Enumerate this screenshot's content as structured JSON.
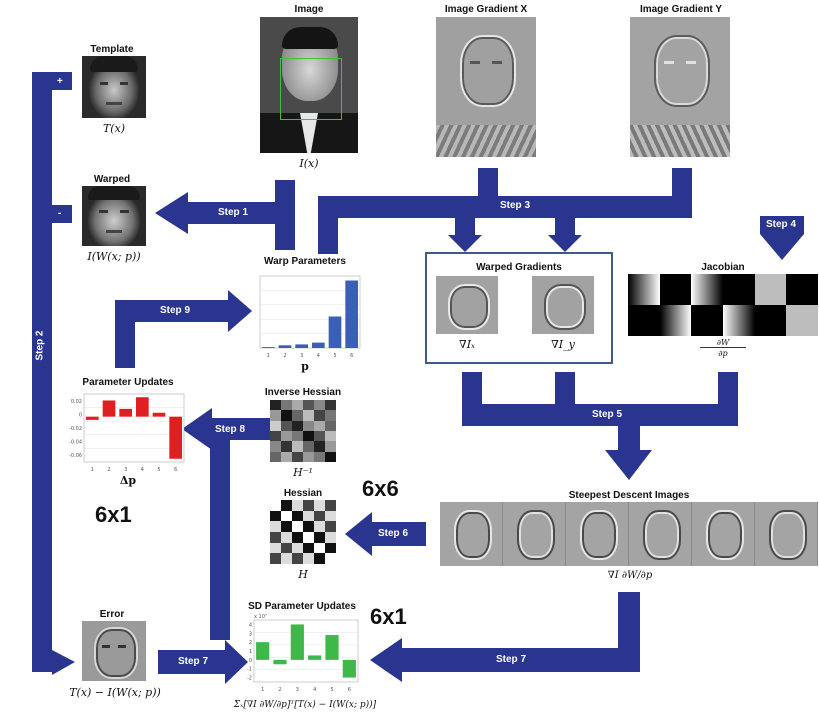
{
  "colors": {
    "arrow": "#2a3590",
    "param_bar": "#3b5fb6",
    "update_bar": "#e02020",
    "sd_bar": "#3fb84a",
    "highlight_box": "#3d5a8a"
  },
  "panels": {
    "template": {
      "title": "Template",
      "math": "T(x)"
    },
    "image": {
      "title": "Image",
      "math": "I(x)"
    },
    "grad_x": {
      "title": "Image Gradient X"
    },
    "grad_y": {
      "title": "Image Gradient Y"
    },
    "warped": {
      "title": "Warped",
      "math": "I(W(x; p))"
    },
    "warp_params": {
      "title": "Warp Parameters",
      "math": "p"
    },
    "warped_gradients": {
      "title": "Warped Gradients",
      "math_x": "∇Iₓ",
      "math_y": "∇I_y"
    },
    "jacobian": {
      "title": "Jacobian",
      "math_num": "∂W",
      "math_den": "∂p"
    },
    "param_updates": {
      "title": "Parameter Updates",
      "math": "Δp"
    },
    "inverse_hessian": {
      "title": "Inverse Hessian",
      "math": "H⁻¹"
    },
    "hessian": {
      "title": "Hessian",
      "math": "H"
    },
    "steepest": {
      "title": "Steepest Descent Images",
      "math": "∇I ∂W/∂p"
    },
    "error": {
      "title": "Error",
      "math": "T(x) − I(W(x; p))"
    },
    "sd_updates": {
      "title": "SD Parameter Updates",
      "math": "Σₓ[∇I ∂W/∂p]ᵀ[T(x) − I(W(x; p))]"
    }
  },
  "steps": {
    "step1": "Step 1",
    "step2": "Step 2",
    "step3": "Step 3",
    "step4": "Step 4",
    "step5": "Step 5",
    "step6": "Step 6",
    "step7a": "Step 7",
    "step7b": "Step 7",
    "step8": "Step 8",
    "step9": "Step 9"
  },
  "signs": {
    "plus": "+",
    "minus": "-"
  },
  "dims": {
    "d1": "6x6",
    "d2": "6x1",
    "d3": "6x1"
  },
  "chart_data": [
    {
      "name": "warp_parameters",
      "type": "bar",
      "categories": [
        "1",
        "2",
        "3",
        "4",
        "5",
        "6"
      ],
      "values": [
        0.01,
        0.03,
        0.04,
        0.06,
        0.35,
        0.75
      ],
      "ylim": [
        0,
        0.8
      ]
    },
    {
      "name": "parameter_updates",
      "type": "bar",
      "categories": [
        "1",
        "2",
        "3",
        "4",
        "5",
        "6"
      ],
      "values": [
        -0.005,
        0.025,
        0.012,
        0.03,
        0.006,
        -0.065
      ],
      "yticks": [
        "0.02",
        "0",
        "-0.02",
        "-0.04",
        "-0.06"
      ],
      "ylim": [
        -0.07,
        0.035
      ]
    },
    {
      "name": "sd_parameter_updates",
      "type": "bar",
      "categories": [
        "1",
        "2",
        "3",
        "4",
        "5",
        "6"
      ],
      "values": [
        2.0,
        -0.5,
        4.0,
        0.5,
        2.8,
        -2.0
      ],
      "ylim": [
        -2.5,
        4.5
      ],
      "yticks": [
        "4",
        "3",
        "2",
        "1",
        "0",
        "-1",
        "-2"
      ],
      "yunit": "x 10⁷"
    }
  ]
}
